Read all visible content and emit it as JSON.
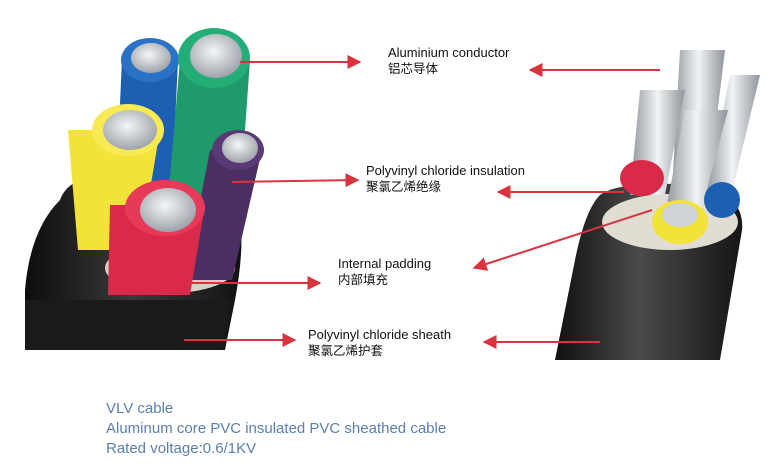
{
  "labels": [
    {
      "en": "Aluminium conductor",
      "cn": "铝芯导体"
    },
    {
      "en": "Polyvinyl chloride insulation",
      "cn": "聚氯乙烯绝缘"
    },
    {
      "en": "Internal padding",
      "cn": "内部填充"
    },
    {
      "en": "Polyvinyl chloride sheath",
      "cn": "聚氯乙烯护套"
    }
  ],
  "caption": {
    "line1": "VLV cable",
    "line2": "Aluminum core PVC insulated PVC sheathed cable",
    "line3": "Rated voltage:0.6/1KV"
  },
  "colors": {
    "arrow": "#d9343d",
    "caption": "#5b7fae",
    "sheath": "#1f1f1f",
    "blue_core": "#1d5fb0",
    "green_core": "#1f9a6a",
    "yellow_core": "#f2e23a",
    "purple_core": "#4b2f63",
    "red_core": "#d92a4a",
    "aluminium": "#cfd3d8"
  }
}
